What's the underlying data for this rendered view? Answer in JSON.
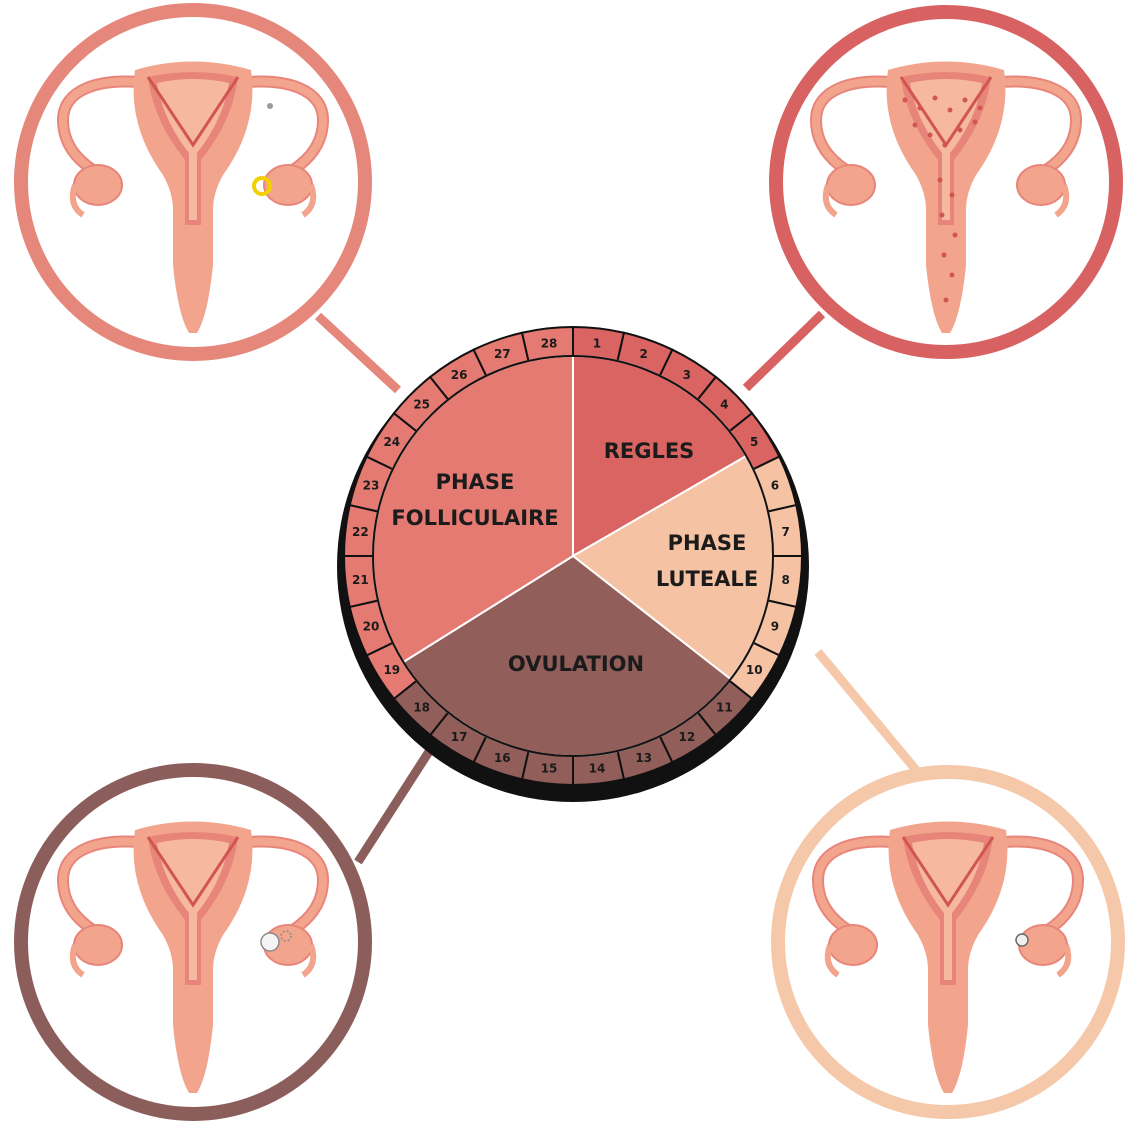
{
  "center_wheel": {
    "days": [
      "1",
      "2",
      "3",
      "4",
      "5",
      "6",
      "7",
      "8",
      "9",
      "10",
      "11",
      "12",
      "13",
      "14",
      "15",
      "16",
      "17",
      "18",
      "19",
      "20",
      "21",
      "22",
      "23",
      "24",
      "25",
      "26",
      "27",
      "28"
    ],
    "phases": [
      {
        "id": "regles",
        "lines": [
          "REGLES"
        ],
        "color": "#da6462"
      },
      {
        "id": "luteale",
        "lines": [
          "PHASE",
          "LUTEALE"
        ],
        "color": "#f6c2a4"
      },
      {
        "id": "ovulation",
        "lines": [
          "OVULATION"
        ],
        "color": "#915e5a"
      },
      {
        "id": "folliculaire",
        "lines": [
          "PHASE",
          "FOLLICULAIRE"
        ],
        "color": "#e57a72"
      }
    ]
  },
  "illustrations": [
    {
      "id": "top-left",
      "ring_color": "#e6877c",
      "marker": "yellow-follicle"
    },
    {
      "id": "top-right",
      "ring_color": "#d86162",
      "marker": "menstrual-drops"
    },
    {
      "id": "bottom-left",
      "ring_color": "#8c5e5b",
      "marker": "released-egg"
    },
    {
      "id": "bottom-right",
      "ring_color": "#f6c8aa",
      "marker": "corpus-luteum"
    }
  ],
  "colors": {
    "uterus_fill": "#f2a58c",
    "uterus_inner": "#e8857a",
    "uterus_line": "#d0564f",
    "ring_stroke": "#0d0d0d"
  }
}
